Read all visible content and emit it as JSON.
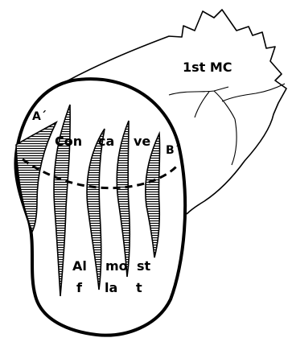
{
  "labels": {
    "bone": "1st MC",
    "point_a": "A´",
    "point_b": "B´",
    "concave_words": [
      "Con",
      "ca",
      "ve"
    ],
    "almost_words": [
      "Al",
      "mo",
      "st"
    ],
    "flat_words": [
      "f",
      "la",
      "t"
    ]
  },
  "colors": {
    "line": "#000000",
    "background": "#ffffff"
  }
}
